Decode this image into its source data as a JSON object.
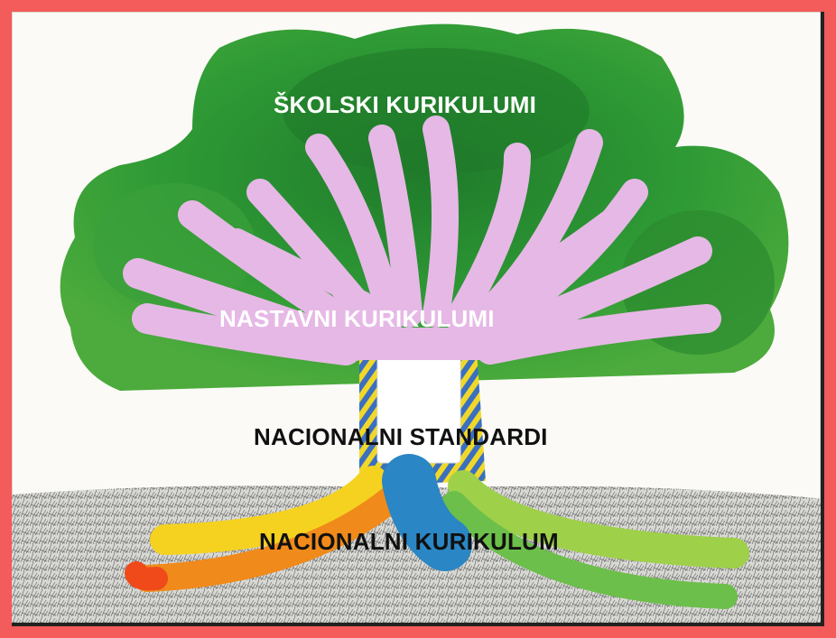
{
  "tree": {
    "crown_label": "ŠKOLSKI KURIKULUMI",
    "branches_label": "NASTAVNI KURIKULUMI",
    "trunk_label": "NACIONALNI STANDARDI",
    "roots_label": "NACIONALNI KURIKULUM"
  },
  "colors": {
    "frame": "#f45b5b",
    "foliage": "#2f8a2f",
    "branches": "#e6b8e6",
    "roots_warm": "#f5d21f",
    "roots_cool": "#2a86c4"
  }
}
